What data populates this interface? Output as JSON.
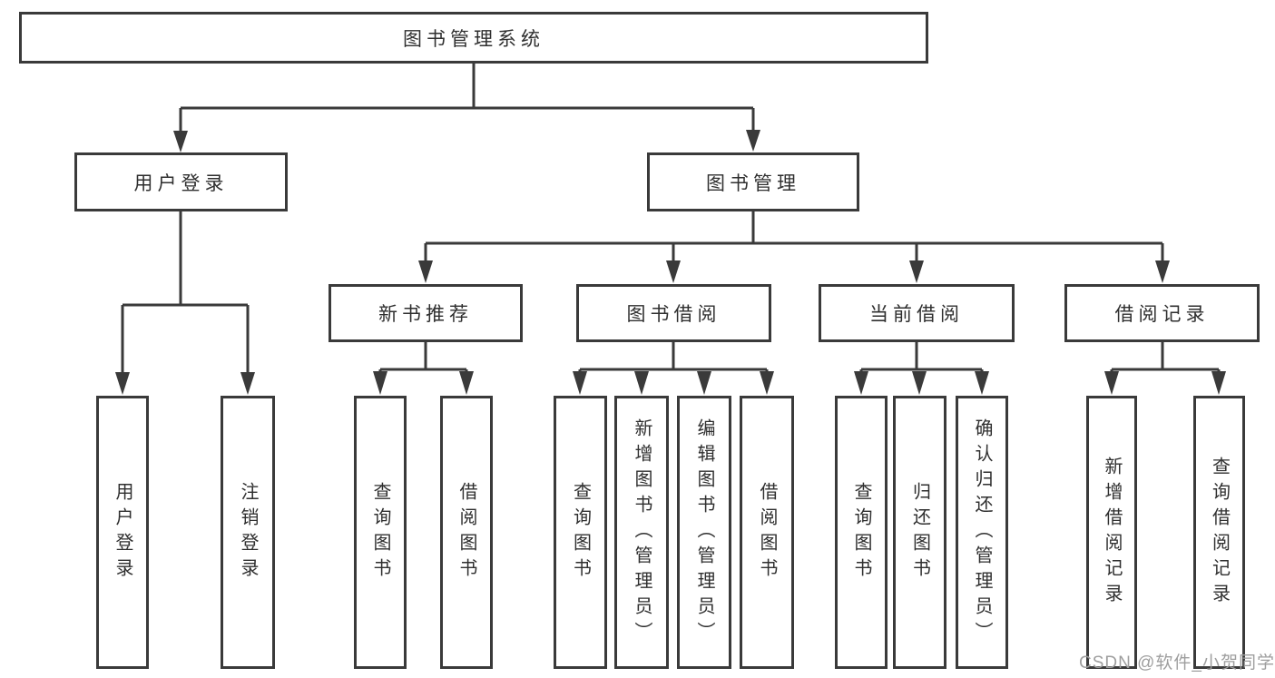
{
  "nodes": {
    "root": "图书管理系统",
    "user_login": {
      "label": "用户登录",
      "children": [
        "用户登录",
        "注销登录"
      ]
    },
    "book_mgmt": {
      "label": "图书管理"
    },
    "new_book": {
      "label": "新书推荐",
      "children": [
        "查询图书",
        "借阅图书"
      ]
    },
    "borrowing": {
      "label": "图书借阅",
      "children": [
        "查询图书",
        "新增图书（管理员）",
        "编辑图书（管理员）",
        "借阅图书"
      ]
    },
    "current": {
      "label": "当前借阅",
      "children": [
        "查询图书",
        "归还图书",
        "确认归还（管理员）"
      ]
    },
    "records": {
      "label": "借阅记录",
      "children": [
        "新增借阅记录",
        "查询借阅记录"
      ]
    }
  },
  "watermark": "CSDN @软件_小贺同学",
  "colors": {
    "line": "#3a3a3a",
    "text": "#2f2f2f",
    "watermark": "#9e9e9e",
    "background": "#ffffff"
  }
}
